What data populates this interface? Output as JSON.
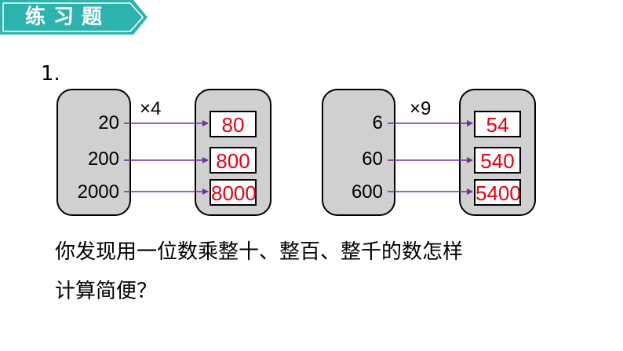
{
  "header": {
    "title": "练习题",
    "color": "#2cb3ad"
  },
  "question_number": "1.",
  "groups": [
    {
      "operator": "×4",
      "inputs": [
        "20",
        "200",
        "2000"
      ],
      "answers": [
        "80",
        "800",
        "8000"
      ]
    },
    {
      "operator": "×9",
      "inputs": [
        "6",
        "60",
        "600"
      ],
      "answers": [
        "54",
        "540",
        "5400"
      ]
    }
  ],
  "question": {
    "line1": "你发现用一位数乘整十、整百、整千的数怎样",
    "line2": "计算简便？"
  },
  "colors": {
    "answer_text": "#e60012",
    "arrow": "#7030a0",
    "capsule_fill": "#d0d0d0"
  }
}
